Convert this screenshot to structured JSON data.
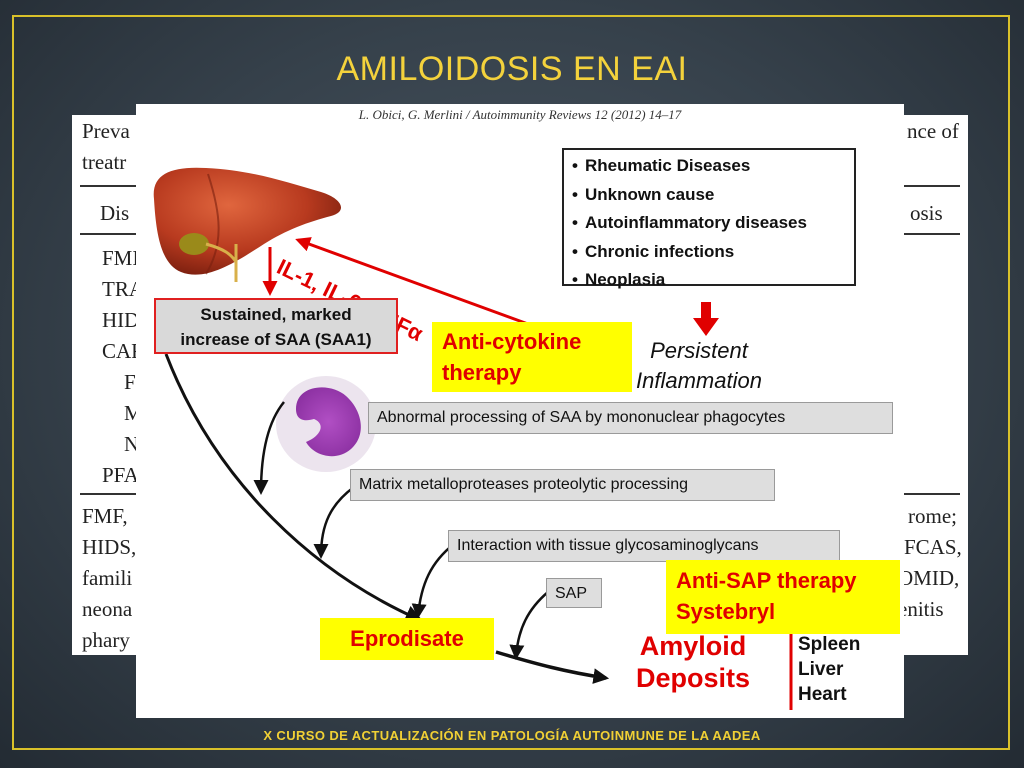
{
  "slide": {
    "title": "AMILOIDOSIS EN EAI",
    "footer": "X CURSO DE ACTUALIZACIÓN EN PATOLOGÍA AUTOINMUNE DE LA AADEA"
  },
  "background_table": {
    "title_left_1": "Preva",
    "title_left_2": "treatr",
    "title_right_1": "nce of",
    "header_left": "Dis",
    "header_right": "osis",
    "rows": [
      "FMI",
      "TRA",
      "HID",
      "CAF",
      "F",
      "M",
      "N",
      "PFA"
    ],
    "notes_left": [
      "FMF,",
      "HIDS,",
      "famili",
      "neona",
      "phary"
    ],
    "notes_right": [
      "rome;",
      "FCAS,",
      "OMID,",
      "enitis"
    ]
  },
  "figure": {
    "citation": "L. Obici, G. Merlini / Autoimmunity Reviews 12 (2012) 14–17",
    "causes": [
      "Rheumatic Diseases",
      "Unknown cause",
      "Autoinflammatory diseases",
      "Chronic infections",
      "Neoplasia"
    ],
    "persistent_line1": "Persistent",
    "persistent_line2": "Inflammation",
    "cytokines_label": "IL-1, IL-6, TNFα",
    "saa_line1": "Sustained, marked",
    "saa_line2": "increase of SAA (SAA1)",
    "anti_cytokine_line1": "Anti-cytokine",
    "anti_cytokine_line2": "therapy",
    "step_phagocytes": "Abnormal processing of SAA by mononuclear phagocytes",
    "step_mmp": "Matrix metalloproteases proteolytic processing",
    "step_gag": "Interaction with tissue glycosaminoglycans",
    "step_sap": "SAP",
    "anti_sap_line1": "Anti-SAP therapy",
    "anti_sap_line2": "Systebryl",
    "eprodisate": "Eprodisate",
    "amyloid_line1": "Amyloid",
    "amyloid_line2": "Deposits",
    "organs": [
      "Spleen",
      "Liver",
      "Heart"
    ]
  },
  "colors": {
    "title_yellow": "#f4d23c",
    "frame_yellow": "#d9c12a",
    "accent_red": "#e00000",
    "highlight_yellow": "#ffff00",
    "step_gray": "#dedede"
  },
  "icons": [
    "liver-illustration",
    "monocyte-cell-illustration"
  ]
}
